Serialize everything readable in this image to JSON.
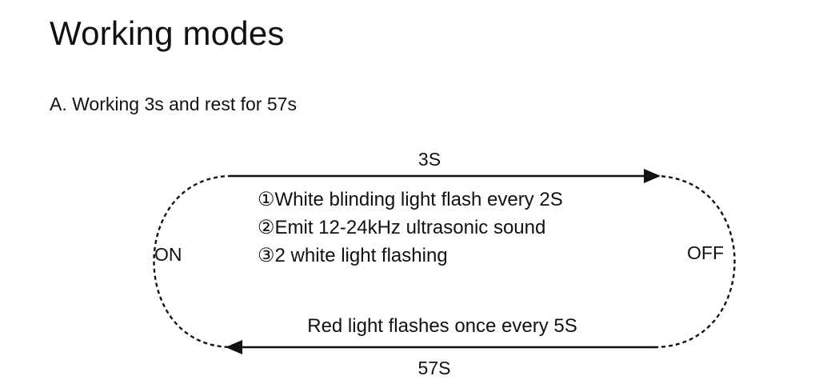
{
  "title": "Working modes",
  "mode_a": {
    "heading": "A. Working 3s and rest for 57s",
    "diagram": {
      "top_duration": "3S",
      "bottom_duration": "57S",
      "left_state": "ON",
      "right_state": "OFF",
      "work_actions": [
        {
          "marker": "①",
          "text": "White blinding light flash every 2S"
        },
        {
          "marker": "②",
          "text": "Emit 12-24kHz ultrasonic sound"
        },
        {
          "marker": "③",
          "text": "2 white light flashing"
        }
      ],
      "rest_action": "Red light flashes once every 5S"
    }
  }
}
